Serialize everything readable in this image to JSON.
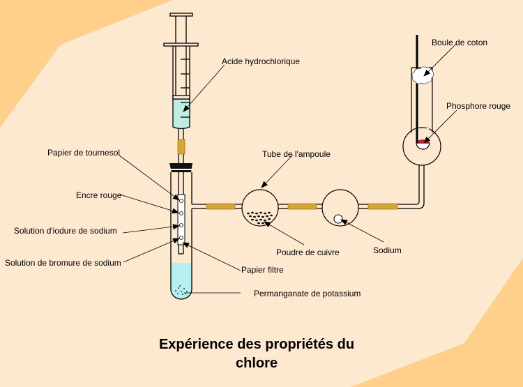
{
  "title": {
    "line1": "Expérience des propriétés du",
    "line2": "chlore"
  },
  "labels": {
    "acide": "Acide hydrochlorique",
    "tournesol": "Papier de tournesol",
    "encre": "Encre rouge",
    "iodure": "Solution d'iodure de sodium",
    "bromure": "Solution de bromure de sodium",
    "filtre": "Papier filtre",
    "permanganate": "Permanganate de potassium",
    "ampoule": "Tube de l'ampoule",
    "cuivre": "Poudre de cuivre",
    "sodium": "Sodium",
    "coton": "Boule de coton",
    "phosphore": "Phosphore rouge"
  },
  "colors": {
    "background": "#fde8d0",
    "corner": "#ffcf8c",
    "hcl_liquid": "#c0ede2",
    "tube_liquid": "#b5f0ee",
    "connector": "#d4a53a",
    "phosphorus": "#c0202a"
  }
}
